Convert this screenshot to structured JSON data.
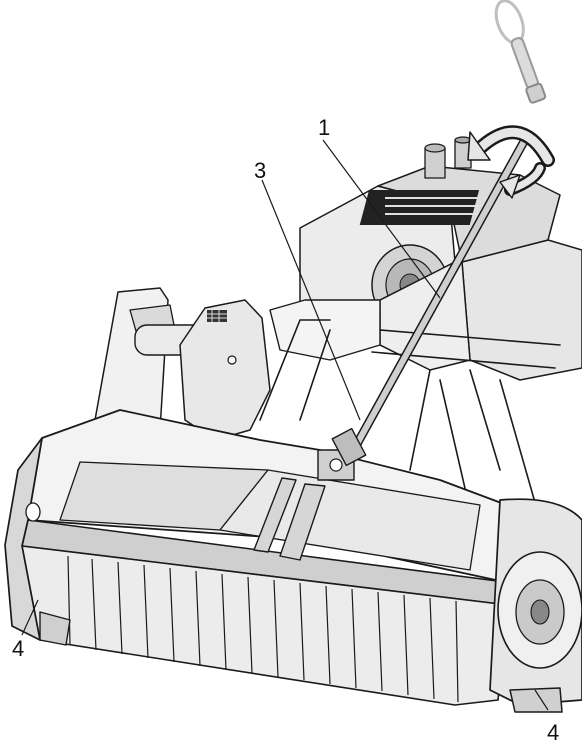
{
  "callouts": [
    {
      "id": "callout-1",
      "text": "1"
    },
    {
      "id": "callout-3",
      "text": "3"
    },
    {
      "id": "callout-4-left",
      "text": "4"
    },
    {
      "id": "callout-4-right",
      "text": "4"
    }
  ],
  "colors": {
    "background": "#ffffff",
    "ink": "#1a1a1a",
    "panel_light": "#f2f2f2",
    "panel_mid": "#d9d9d9",
    "panel_dark": "#b3b3b3",
    "tool_gray": "#bfbfbf"
  },
  "icons": [
    "socket-wrench-icon",
    "rotation-arrow-icon"
  ]
}
